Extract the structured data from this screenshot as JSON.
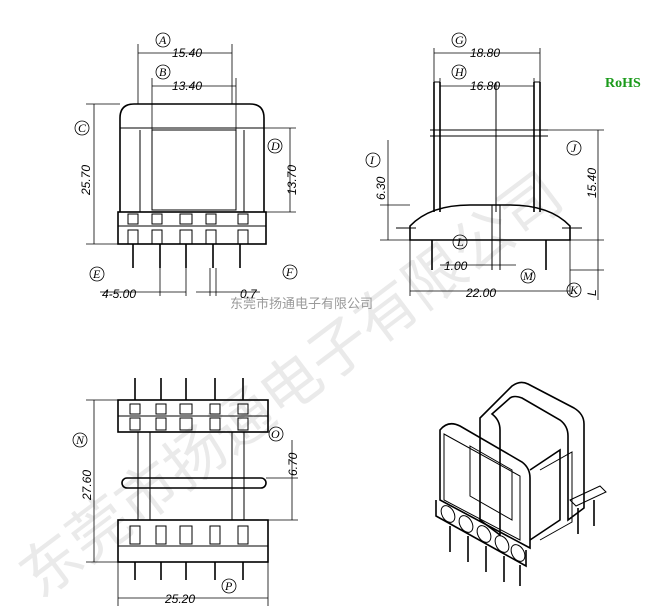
{
  "company": "东莞市扬通电子有限公司",
  "watermark": "东莞市扬通电子有限公司",
  "rohs": "RoHS",
  "colors": {
    "rohs": "#1a9a1a",
    "lines": "#000000",
    "watermark": "#d9d9d9"
  },
  "dimensions": {
    "A": "15.40",
    "B": "13.40",
    "C": "25.70",
    "D": "13.70",
    "E": "4-5.00",
    "F": "0.7",
    "G": "18.80",
    "H": "16.80",
    "I": "6.30",
    "J": "15.40",
    "L": "1.00",
    "M": "22.00",
    "N": "27.60",
    "O": "6.70",
    "P": "25.20"
  },
  "labels": {
    "A": "A",
    "B": "B",
    "C": "C",
    "D": "D",
    "E": "E",
    "F": "F",
    "G": "G",
    "H": "H",
    "I": "I",
    "J": "J",
    "K": "K",
    "L": "L",
    "M": "M",
    "N": "N",
    "O": "O",
    "P": "P"
  },
  "k_suffix": "L"
}
